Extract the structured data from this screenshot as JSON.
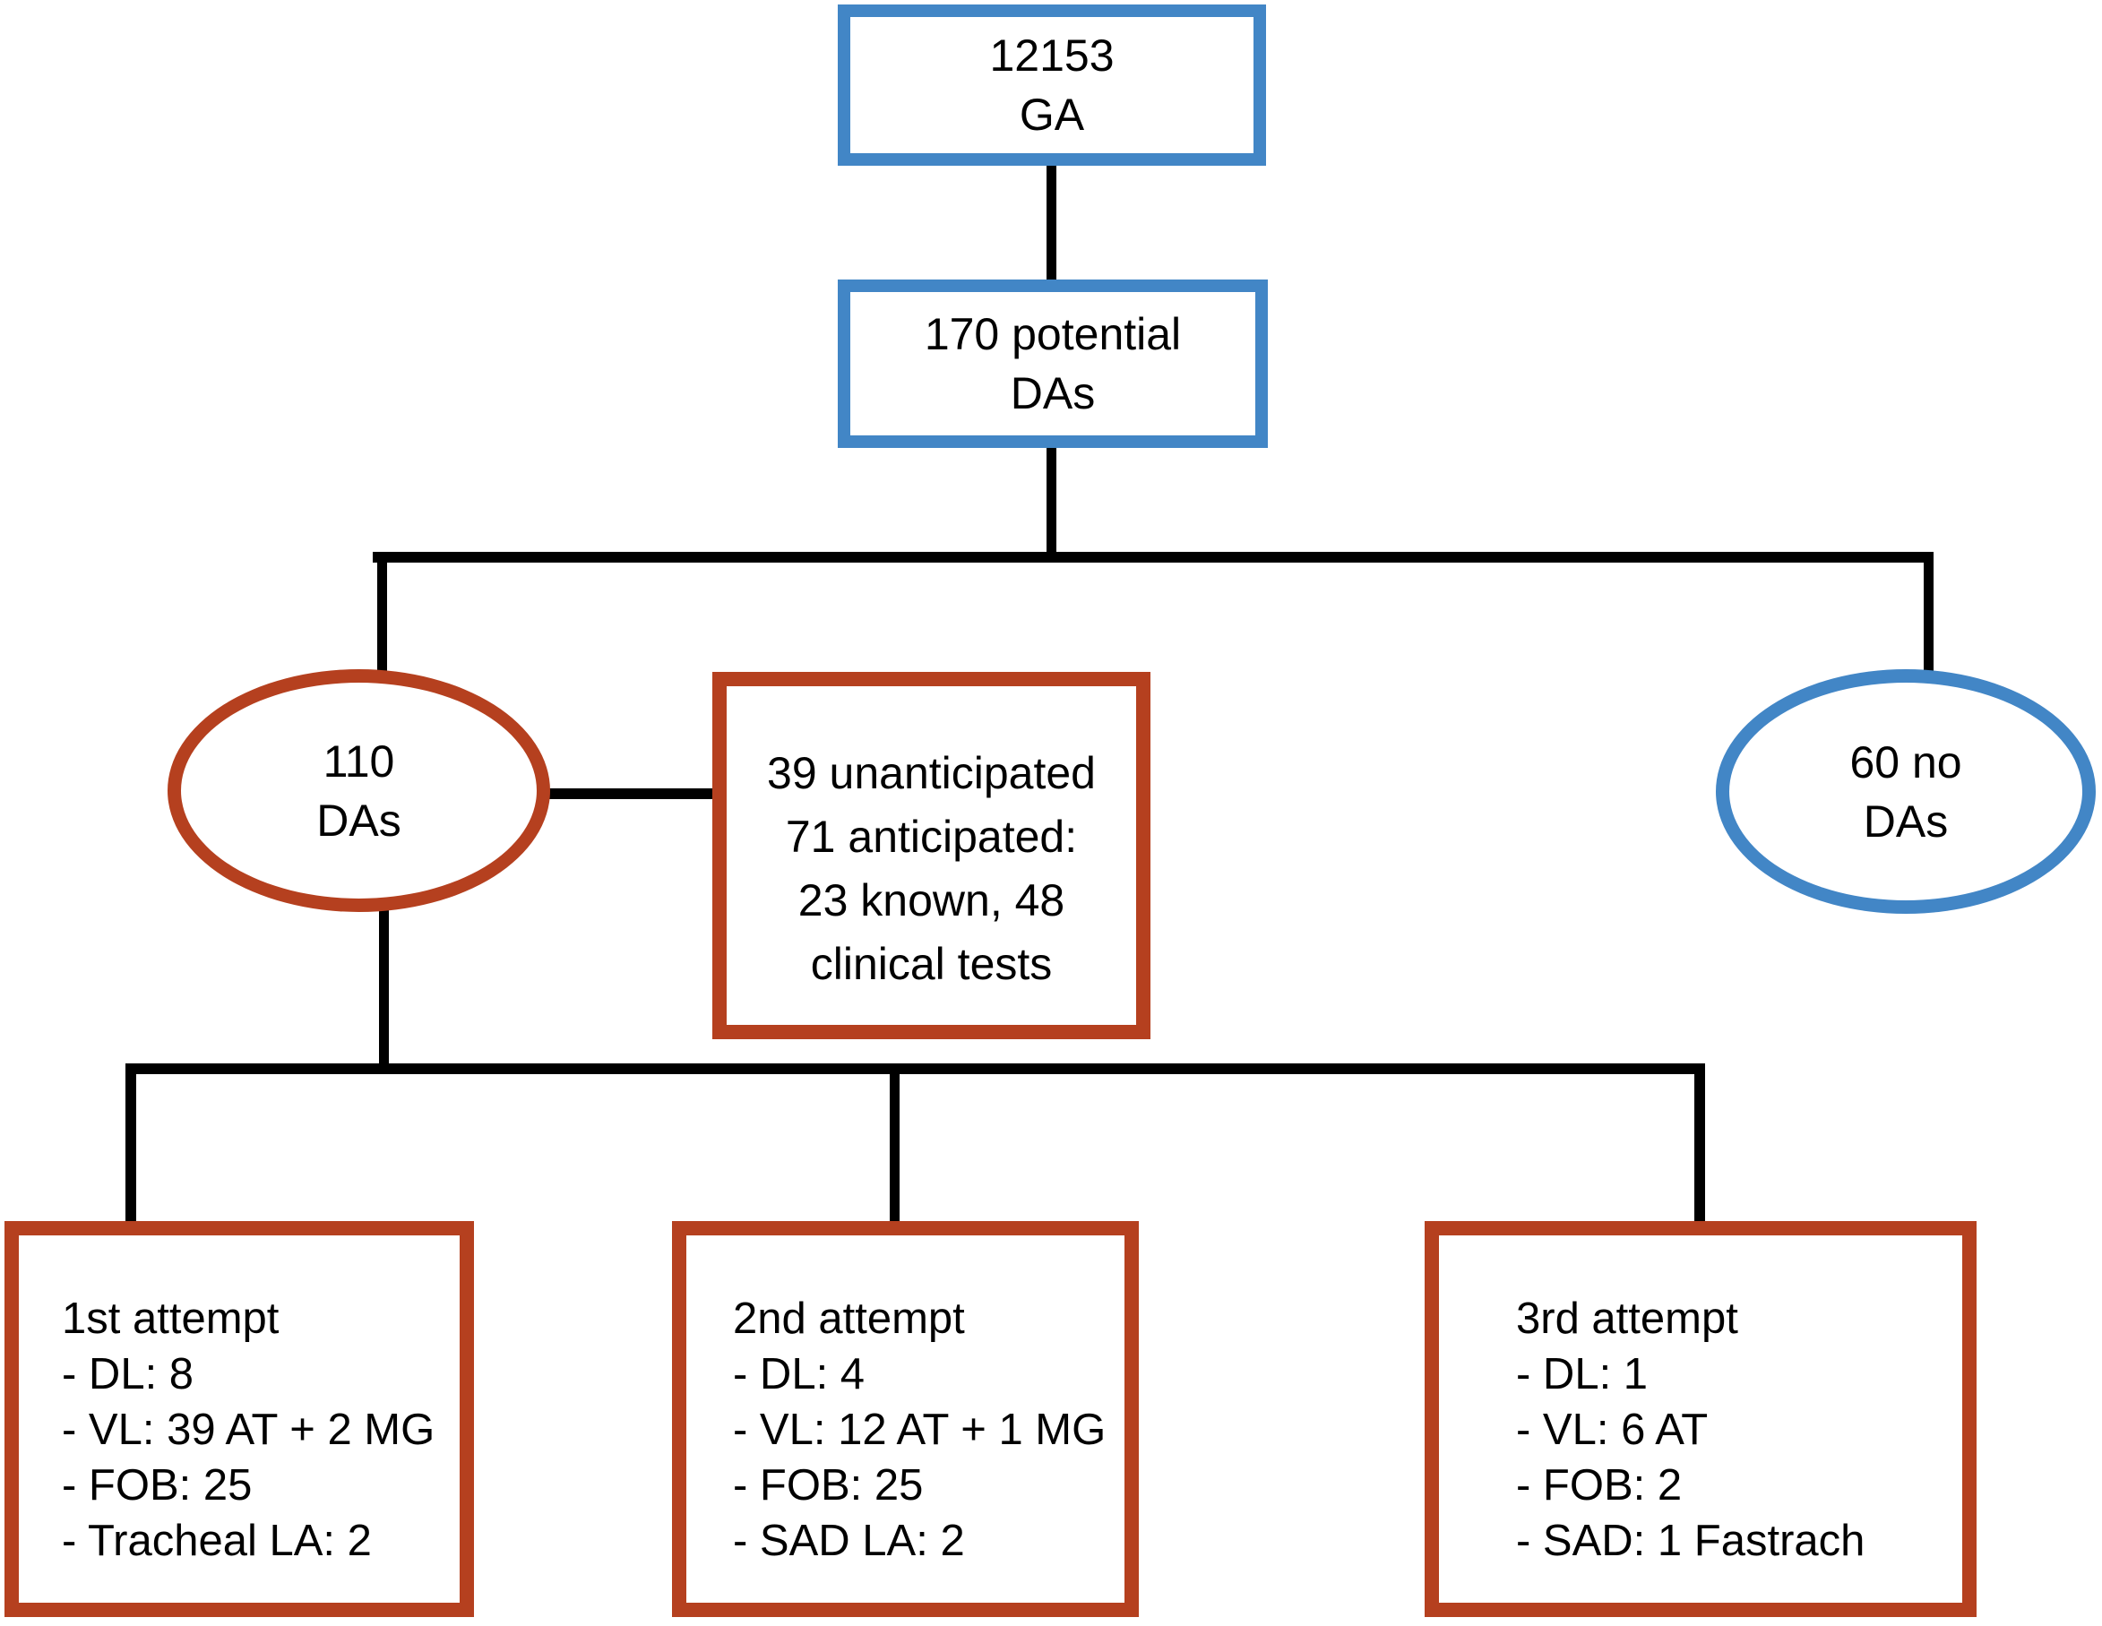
{
  "colors": {
    "blue_outline": "#4286c6",
    "red_outline": "#b5401f",
    "connector": "#000000",
    "text": "#000000",
    "background": "#ffffff"
  },
  "nodes": {
    "ga": {
      "shape": "rectangle",
      "outline": "blue",
      "lines": [
        "12153",
        "GA"
      ]
    },
    "potential_das": {
      "shape": "rectangle",
      "outline": "blue",
      "lines": [
        "170 potential",
        "DAs"
      ]
    },
    "das": {
      "shape": "ellipse",
      "outline": "red",
      "lines": [
        "110",
        "DAs"
      ]
    },
    "anticipation": {
      "shape": "rectangle",
      "outline": "red",
      "lines": [
        "39 unanticipated",
        "71 anticipated:",
        "23 known, 48",
        "clinical tests"
      ]
    },
    "no_das": {
      "shape": "ellipse",
      "outline": "blue",
      "lines": [
        "60 no",
        "DAs"
      ]
    },
    "attempt_1": {
      "shape": "rectangle",
      "outline": "red",
      "lines": [
        "1st attempt",
        "- DL: 8",
        "- VL: 39 AT + 2 MG",
        "- FOB: 25",
        "- Tracheal LA: 2"
      ]
    },
    "attempt_2": {
      "shape": "rectangle",
      "outline": "red",
      "lines": [
        "2nd attempt",
        "- DL: 4",
        "- VL: 12 AT + 1 MG",
        "- FOB: 25",
        "- SAD LA: 2"
      ]
    },
    "attempt_3": {
      "shape": "rectangle",
      "outline": "red",
      "lines": [
        "3rd attempt",
        "- DL: 1",
        "- VL: 6 AT",
        "- FOB: 2",
        "- SAD: 1 Fastrach"
      ]
    }
  }
}
